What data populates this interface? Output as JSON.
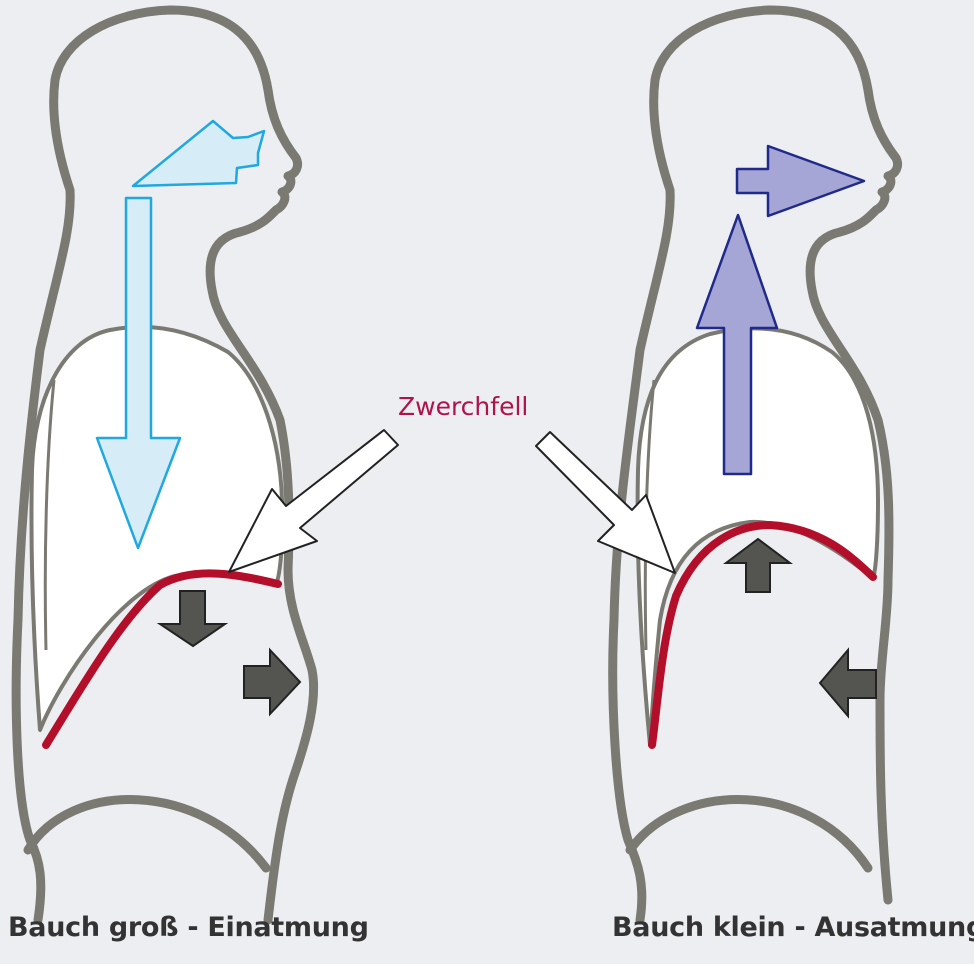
{
  "labels": {
    "diaphragm": "Zwerchfell",
    "left_caption": "Bauch groß - Einatmung",
    "right_caption": "Bauch klein - Ausatmung"
  },
  "colors": {
    "background": "#eceef1",
    "body_outline": "#7b7a72",
    "diaphragm": "#b30e2a",
    "inhale_arrow_fill": "#d6ecf7",
    "inhale_arrow_stroke": "#20a8e0",
    "exhale_arrow_fill": "#a5a5d6",
    "exhale_arrow_stroke": "#1f2a8a",
    "movement_arrow": "#545550",
    "label_text": "#b0124a"
  }
}
